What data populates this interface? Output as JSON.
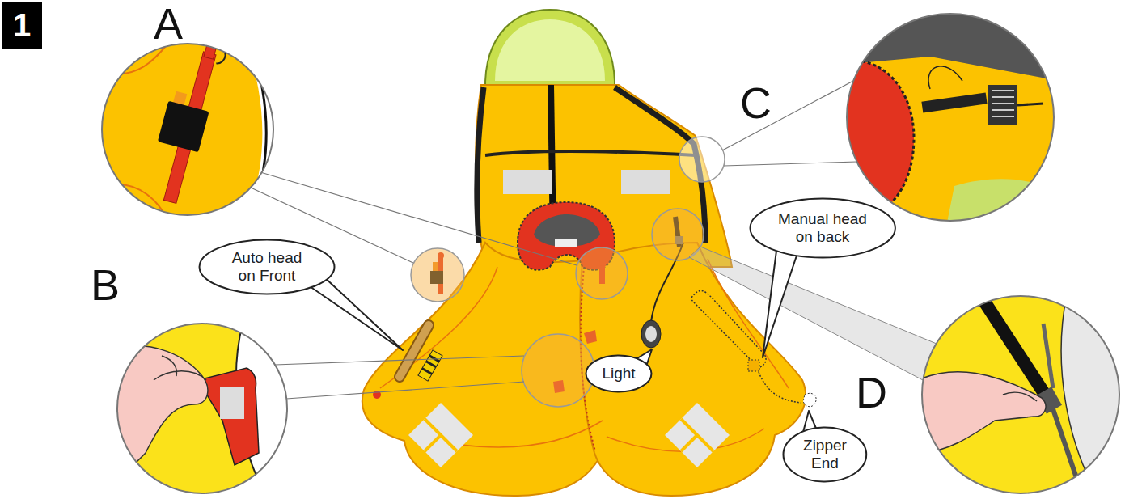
{
  "diagram": {
    "nodes": [
      {
        "text": [
          "1"
        ]
      },
      {
        "text": [
          "Manual head on back"
        ]
      },
      {
        "text": [
          "Auto head on Front"
        ]
      },
      {
        "text": [
          "Light"
        ]
      },
      {
        "text": [
          "Zipper End"
        ]
      }
    ],
    "labels": [
      "A",
      "B",
      "C",
      "D"
    ]
  }
}
